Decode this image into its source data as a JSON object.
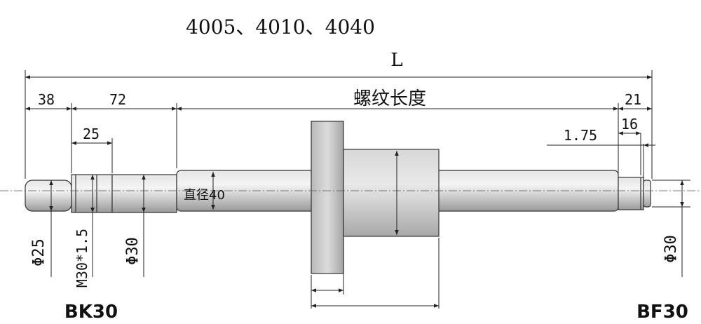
{
  "title": "4005、4010、4040",
  "dimensions": {
    "total_length": "L",
    "left_38": "38",
    "left_72": "72",
    "left_25": "25",
    "thread_length": "螺纹长度",
    "right_21": "21",
    "right_16": "16",
    "right_1_75": "1.75",
    "diameter_label": "直径40",
    "phi25": "Φ25",
    "m30": "M30*1.5",
    "phi30_left": "Φ30",
    "phi30_right": "Φ30"
  },
  "ends": {
    "left": "BK30",
    "right": "BF30"
  },
  "colors": {
    "shaft": "#c9c9c9",
    "nut": "#bdbdbd",
    "line": "#222222"
  }
}
